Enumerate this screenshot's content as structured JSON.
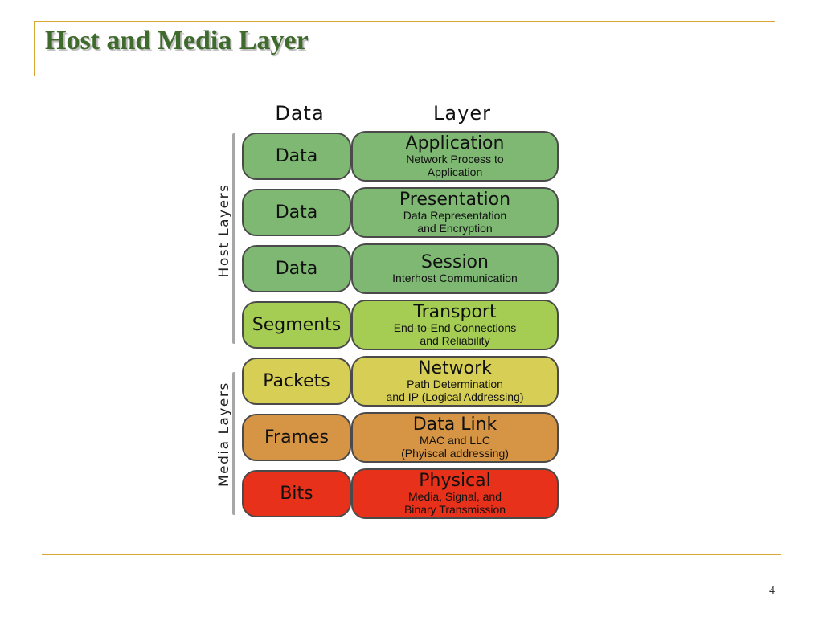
{
  "slide": {
    "title": "Host and Media Layer",
    "page_number": "4"
  },
  "diagram": {
    "column_headers": {
      "data": "Data",
      "layer": "Layer"
    },
    "groups": {
      "host": "Host Layers",
      "media": "Media Layers"
    },
    "rows": [
      {
        "unit": "Data",
        "layer": "Application",
        "description": [
          "Network Process to",
          "Application"
        ],
        "color": "#7fb873"
      },
      {
        "unit": "Data",
        "layer": "Presentation",
        "description": [
          "Data Representation",
          "and Encryption"
        ],
        "color": "#7fb873"
      },
      {
        "unit": "Data",
        "layer": "Session",
        "description": [
          "Interhost Communication"
        ],
        "color": "#7fb873"
      },
      {
        "unit": "Segments",
        "layer": "Transport",
        "description": [
          "End-to-End Connections",
          "and Reliability"
        ],
        "color": "#a5cd53"
      },
      {
        "unit": "Packets",
        "layer": "Network",
        "description": [
          "Path Determination",
          "and IP (Logical Addressing)"
        ],
        "color": "#d7cf55"
      },
      {
        "unit": "Frames",
        "layer": "Data Link",
        "description": [
          "MAC and LLC",
          "(Phyiscal addressing)"
        ],
        "color": "#d69445"
      },
      {
        "unit": "Bits",
        "layer": "Physical",
        "description": [
          "Media, Signal, and",
          "Binary Transmission"
        ],
        "color": "#e8311a"
      }
    ]
  }
}
